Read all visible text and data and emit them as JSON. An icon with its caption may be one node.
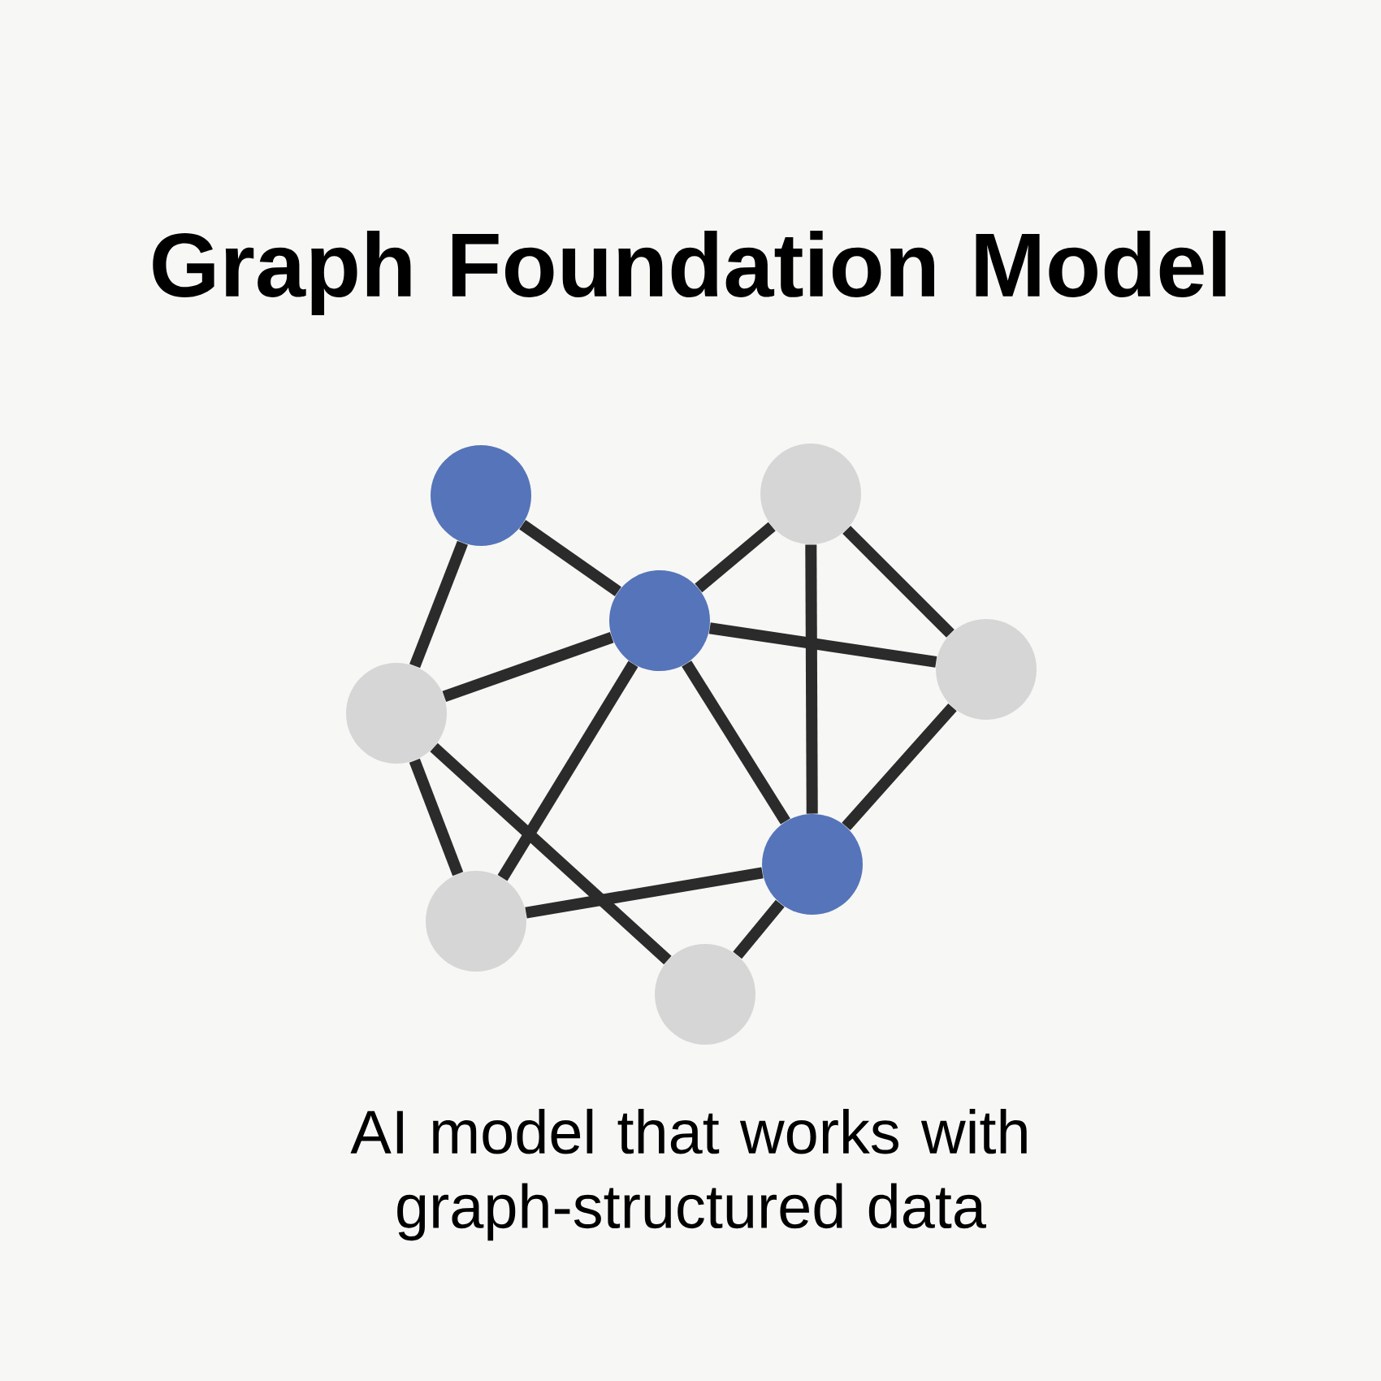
{
  "diagram": {
    "title": "Graph Foundation Model",
    "caption": "AI model that works with graph-structured data",
    "nodes": [
      {
        "text": [],
        "shape": "circle"
      },
      {
        "text": [],
        "shape": "circle"
      },
      {
        "text": [],
        "shape": "circle"
      },
      {
        "text": [],
        "shape": "circle"
      },
      {
        "text": [],
        "shape": "circle"
      },
      {
        "text": [],
        "shape": "circle"
      },
      {
        "text": [],
        "shape": "circle"
      },
      {
        "text": [],
        "shape": "circle"
      }
    ],
    "edges": [
      {
        "from": 0,
        "to": 3,
        "arrow": "none"
      },
      {
        "from": 0,
        "to": 2,
        "arrow": "none"
      },
      {
        "from": 2,
        "to": 1,
        "arrow": "none"
      },
      {
        "from": 2,
        "to": 3,
        "arrow": "none"
      },
      {
        "from": 2,
        "to": 4,
        "arrow": "none"
      },
      {
        "from": 2,
        "to": 6,
        "arrow": "none"
      },
      {
        "from": 2,
        "to": 5,
        "arrow": "none"
      },
      {
        "from": 1,
        "to": 5,
        "arrow": "none"
      },
      {
        "from": 1,
        "to": 4,
        "arrow": "none"
      },
      {
        "from": 4,
        "to": 5,
        "arrow": "none"
      },
      {
        "from": 3,
        "to": 6,
        "arrow": "none"
      },
      {
        "from": 3,
        "to": 7,
        "arrow": "none"
      },
      {
        "from": 6,
        "to": 5,
        "arrow": "none"
      },
      {
        "from": 7,
        "to": 5,
        "arrow": "none"
      }
    ]
  }
}
